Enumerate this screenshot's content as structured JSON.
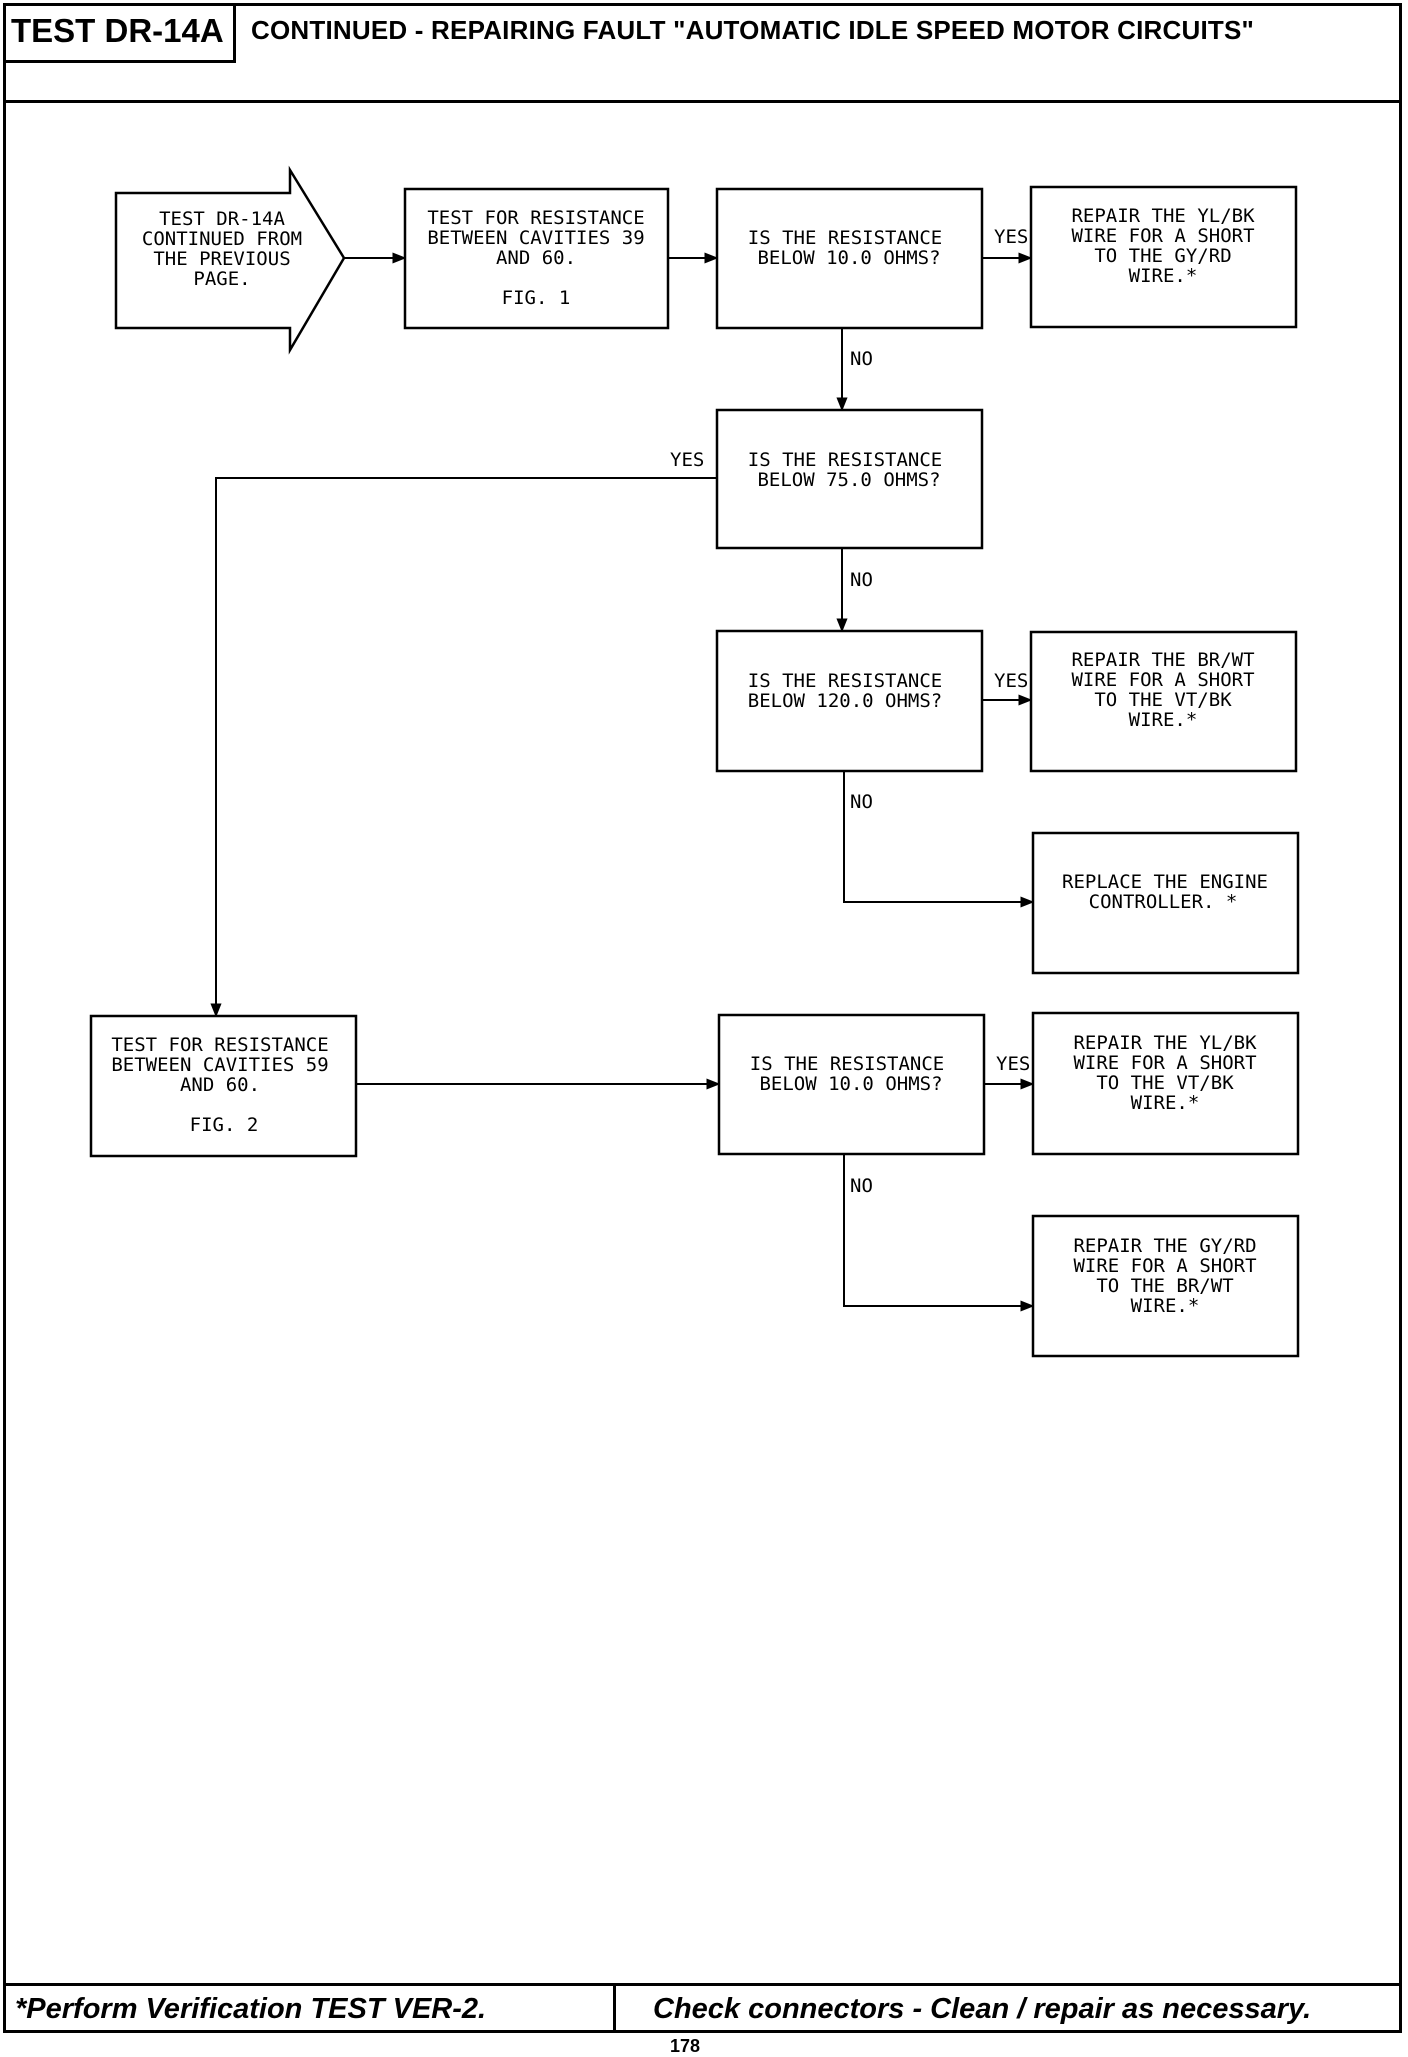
{
  "header": {
    "test_id": "TEST DR-14A",
    "title": "CONTINUED - REPAIRING FAULT \"AUTOMATIC IDLE SPEED MOTOR CIRCUITS\""
  },
  "nodes": {
    "start": [
      "TEST DR-14A",
      "CONTINUED FROM",
      "THE PREVIOUS",
      "PAGE."
    ],
    "test_fig1": [
      "TEST FOR RESISTANCE",
      "BETWEEN CAVITIES 39",
      "AND 60.",
      "",
      "FIG. 1"
    ],
    "q1": [
      "IS THE RESISTANCE",
      "BELOW 10.0 OHMS?"
    ],
    "repair1": [
      "REPAIR THE YL/BK",
      "WIRE FOR A SHORT",
      "TO THE GY/RD",
      "WIRE.*"
    ],
    "q2": [
      "IS THE RESISTANCE",
      "BELOW 75.0 OHMS?"
    ],
    "q3": [
      "IS THE RESISTANCE",
      "BELOW 120.0 OHMS?"
    ],
    "repair2": [
      "REPAIR THE BR/WT",
      "WIRE FOR A SHORT",
      "TO THE VT/BK",
      "WIRE.*"
    ],
    "replace": [
      "REPLACE THE ENGINE",
      "CONTROLLER. *"
    ],
    "test_fig2": [
      "TEST FOR RESISTANCE",
      "BETWEEN CAVITIES 59",
      "AND 60.",
      "",
      "FIG. 2"
    ],
    "q4": [
      "IS THE RESISTANCE",
      "BELOW 10.0 OHMS?"
    ],
    "repair3": [
      "REPAIR THE YL/BK",
      "WIRE FOR A SHORT",
      "TO THE VT/BK",
      "WIRE.*"
    ],
    "repair4": [
      "REPAIR THE GY/RD",
      "WIRE FOR A SHORT",
      "TO THE BR/WT",
      "WIRE.*"
    ]
  },
  "labels": {
    "yes": "YES",
    "no": "NO"
  },
  "footer": {
    "left": "*Perform Verification TEST VER-2.",
    "right": "Check connectors - Clean / repair as necessary."
  },
  "page_number": "178"
}
